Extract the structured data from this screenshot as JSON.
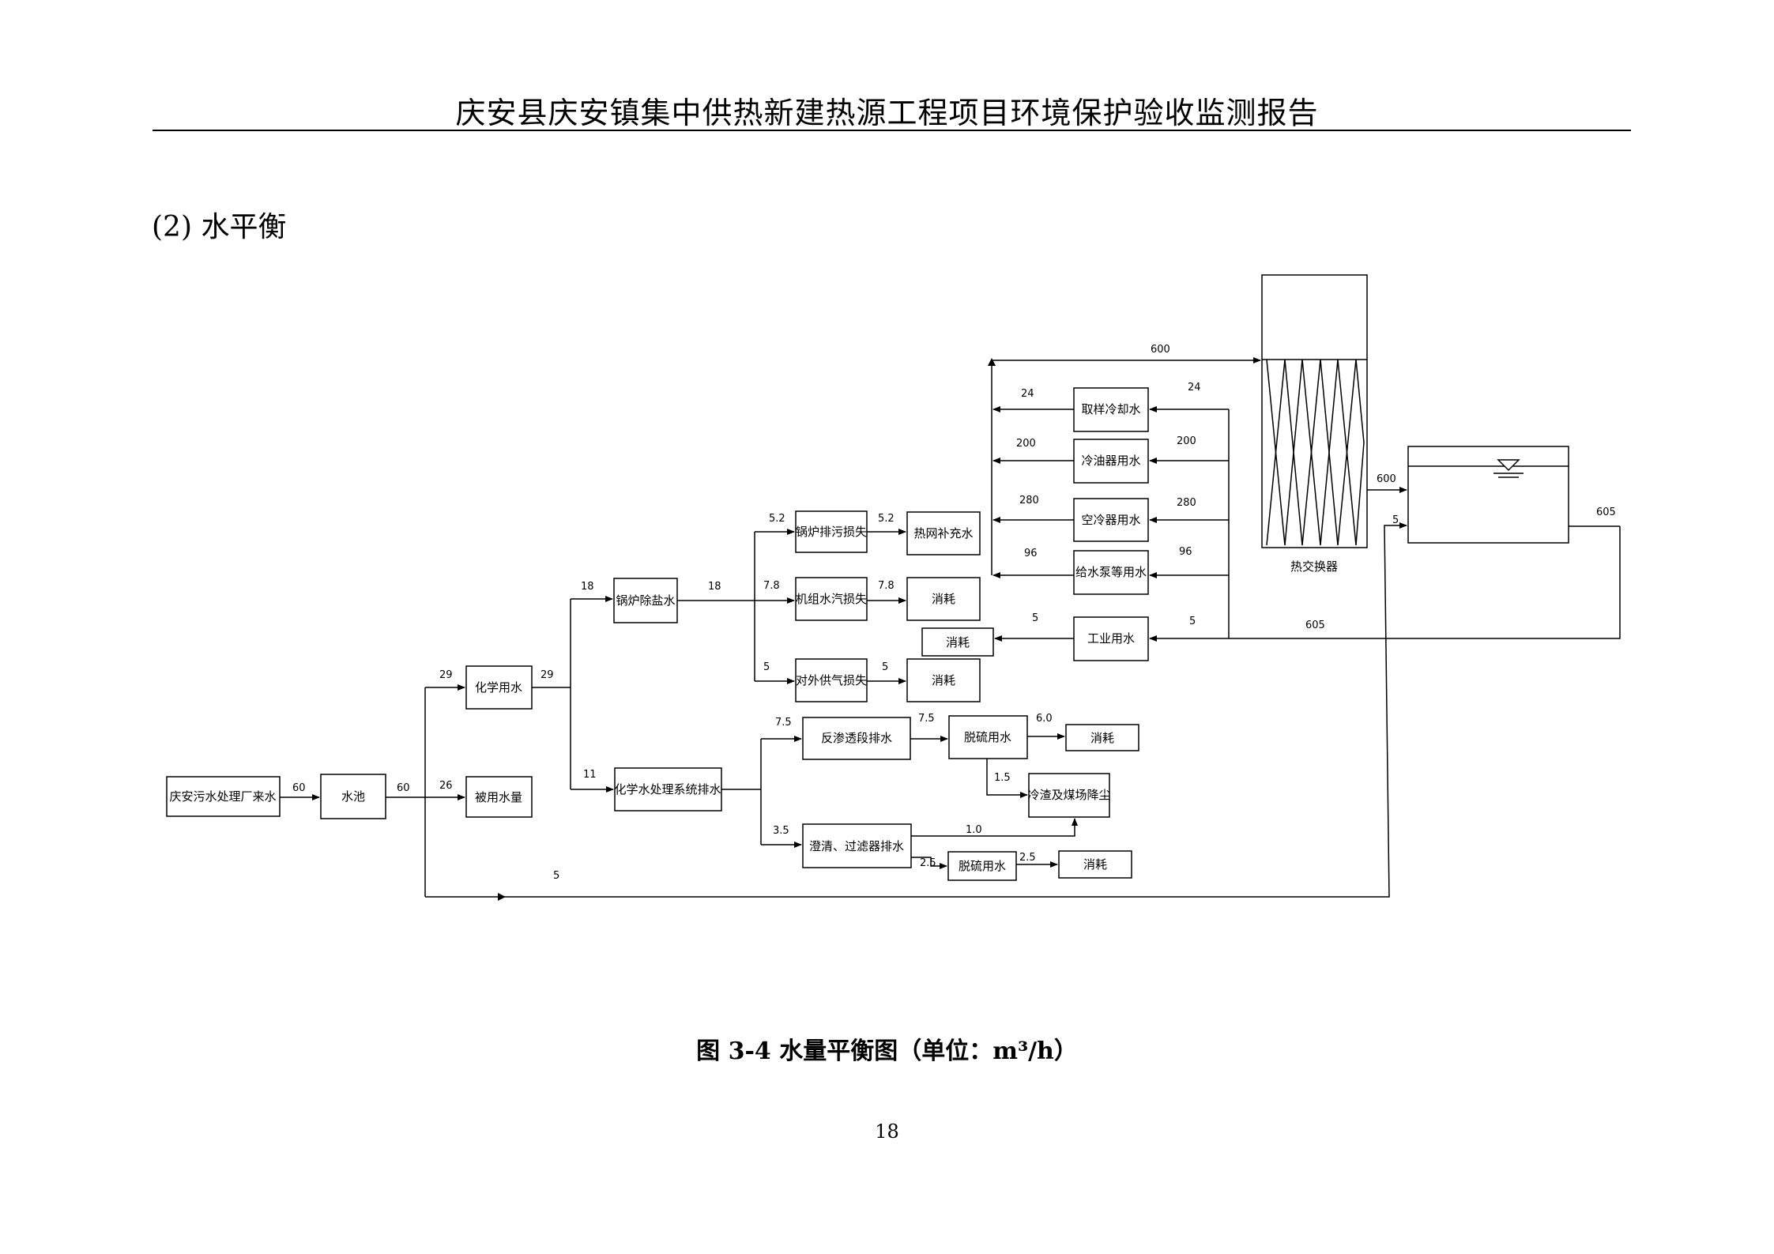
{
  "header": {
    "title": "庆安县庆安镇集中供热新建热源工程项目环境保护验收监测报告"
  },
  "section": {
    "title": "(2) 水平衡"
  },
  "diagram": {
    "nodes": {
      "source": "庆安污水处理厂来水",
      "pool": "水池",
      "chem_water": "化学用水",
      "reserve": "被用水量",
      "demin": "锅炉除盐水",
      "chem_drain": "化学水处理系统排水",
      "blowdown": "锅炉排污损失",
      "unit_loss": "机组水汽损失",
      "ext_supply": "对外供气损失",
      "net_makeup": "热网补充水",
      "consume_unit": "消耗",
      "consume_ext": "消耗",
      "consume_industrial": "消耗",
      "ro_drain": "反渗透段排水",
      "clarifier_drain": "澄清、过滤器排水",
      "desulf_1": "脱硫用水",
      "desulf_2": "脱硫用水",
      "consume_desulf_1": "消耗",
      "consume_desulf_2": "消耗",
      "slag_cooling": "冷渣及煤场降尘",
      "sampling": "取样冷却水",
      "oil_cooler": "冷油器用水",
      "air_cooler": "空冷器用水",
      "pump": "给水泵等用水",
      "industrial": "工业用水",
      "heat_exchanger": "热交换器"
    },
    "flows": {
      "source_pool": "60",
      "pool_out": "60",
      "to_chem": "29",
      "to_reserve": "26",
      "chem_out": "29",
      "to_demin": "18",
      "to_chem_drain": "11",
      "demin_out": "18",
      "to_blowdown": "5.2",
      "to_unit_loss": "7.8",
      "to_ext": "5",
      "blowdown_out": "5.2",
      "unit_loss_out": "7.8",
      "ext_out": "5",
      "to_ro": "7.5",
      "ro_out": "7.5",
      "desulf1_consume": "6.0",
      "desulf1_slag": "1.5",
      "to_clarifier": "3.5",
      "clarifier_slag": "1.0",
      "clarifier_desulf": "2.5",
      "desulf2_consume": "2.5",
      "bottom_bypass": "5",
      "top_600": "600",
      "sampling_in": "24",
      "sampling_out": "24",
      "oil_in": "200",
      "oil_out": "200",
      "air_in": "280",
      "air_out": "280",
      "pump_in": "96",
      "pump_out": "96",
      "industrial_in": "5",
      "industrial_out": "5",
      "return_605": "605",
      "hx_to_tank": "600",
      "makeup_5": "5",
      "tank_out": "605"
    }
  },
  "caption": {
    "text": "图 3-4  水量平衡图（单位：m³/h）"
  },
  "page": {
    "number": "18"
  }
}
